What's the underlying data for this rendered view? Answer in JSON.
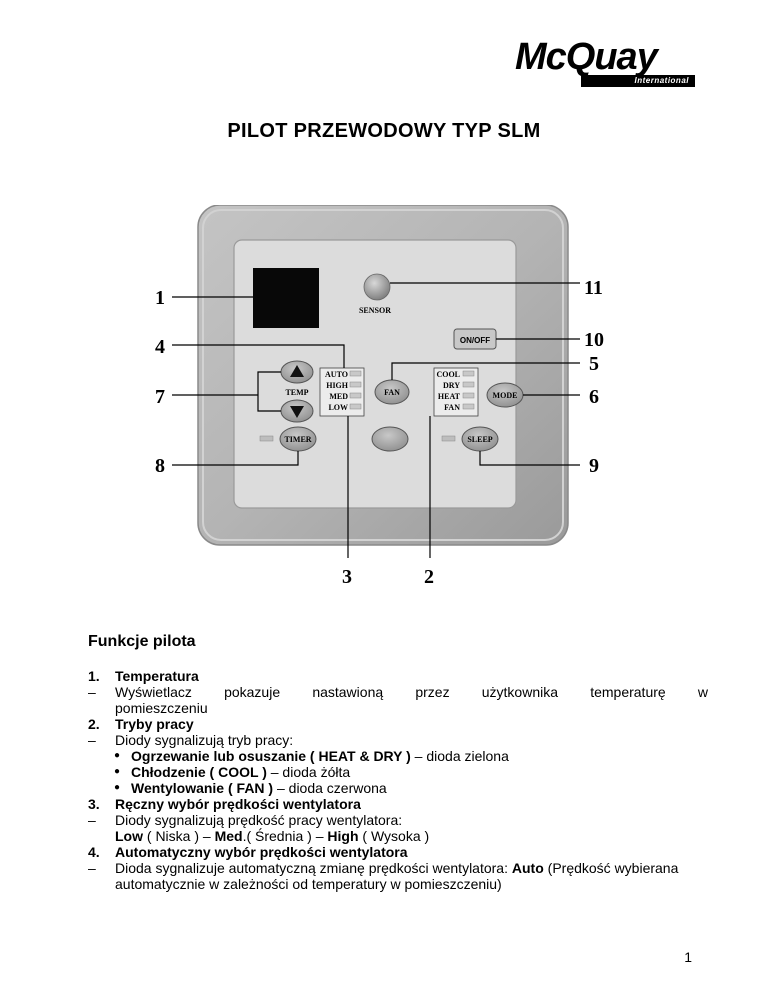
{
  "logo": {
    "brand": "McQuay",
    "sub": "International"
  },
  "title": "PILOT PRZEWODOWY TYP SLM",
  "figure": {
    "callouts": {
      "c1": "1",
      "c2": "2",
      "c3": "3",
      "c4": "4",
      "c5": "5",
      "c6": "6",
      "c7": "7",
      "c8": "8",
      "c9": "9",
      "c10": "10",
      "c11": "11"
    },
    "sensor_label": "SENSOR",
    "onoff_label": "ON/OFF",
    "temp_label": "TEMP",
    "fan_button": "FAN",
    "mode_button": "MODE",
    "timer_button": "TIMER",
    "sleep_button": "SLEEP",
    "fan_speeds": [
      "AUTO",
      "HIGH",
      "MED",
      "LOW"
    ],
    "modes": [
      "COOL",
      "DRY",
      "HEAT",
      "FAN"
    ]
  },
  "section_heading": "Funkcje pilota",
  "items": {
    "i1": {
      "num": "1.",
      "title": "Temperatura",
      "dash": "–",
      "line1_words": [
        "Wyświetlacz",
        "pokazuje",
        "nastawioną",
        "przez",
        "użytkownika",
        "temperaturę",
        "w"
      ],
      "line2": "pomieszczeniu"
    },
    "i2": {
      "num": "2.",
      "title": "Tryby pracy",
      "dash": "–",
      "text": "Diody sygnalizują tryb pracy:",
      "b1_bold": "Ogrzewanie lub osuszanie ( HEAT & DRY )",
      "b1_rest": " – dioda zielona",
      "b2_bold": "Chłodzenie ( COOL )",
      "b2_rest": " – dioda żółta",
      "b3_bold": "Wentylowanie ( FAN )",
      "b3_rest": " – dioda czerwona"
    },
    "i3": {
      "num": "3.",
      "title": "Ręczny wybór prędkości wentylatora",
      "dash": "–",
      "text": "Diody sygnalizują prędkość pracy wentylatora:",
      "low": "Low",
      "low_pl": " ( Niska ) – ",
      "med": "Med",
      "med_pl": ".( Średnia ) – ",
      "high": "High",
      "high_pl": " ( Wysoka )"
    },
    "i4": {
      "num": "4.",
      "title": "Automatyczny wybór prędkości wentylatora",
      "dash": "–",
      "text_a": "Dioda sygnalizuje automatyczną zmianę prędkości wentylatora: ",
      "auto": "Auto",
      "text_b": " (Prędkość wybierana automatycznie w zależności od temperatury w pomieszczeniu)"
    }
  },
  "page_number": "1"
}
